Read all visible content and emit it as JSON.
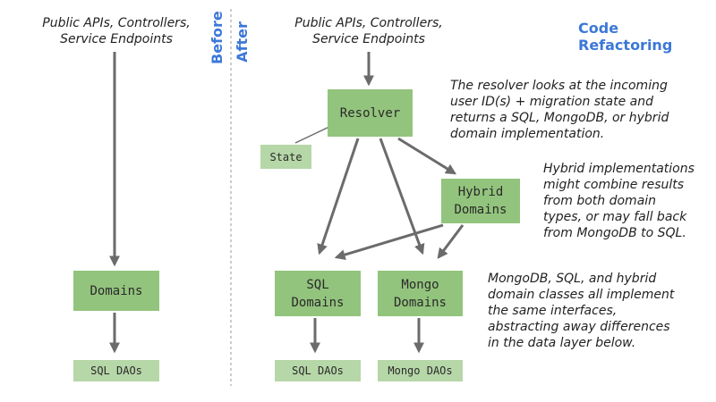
{
  "title": "Code Refactoring",
  "sections": {
    "before": "Before",
    "after": "After"
  },
  "before": {
    "header": "Public APIs, Controllers,\nService Endpoints",
    "domains": "Domains",
    "daos": "SQL DAOs"
  },
  "after": {
    "header": "Public APIs, Controllers,\nService Endpoints",
    "resolver": "Resolver",
    "state": "State",
    "hybrid": "Hybrid\nDomains",
    "sql_domains": "SQL\nDomains",
    "mongo_domains": "Mongo\nDomains",
    "sql_daos": "SQL DAOs",
    "mongo_daos": "Mongo DAOs"
  },
  "notes": {
    "resolver": "The resolver looks at the incoming user ID(s) + migration state and returns a SQL, MongoDB, or hybrid domain implementation.",
    "hybrid": "Hybrid implementations might combine results from both domain types, or may fall back from MongoDB to SQL.",
    "interfaces": "MongoDB, SQL, and hybrid domain classes all implement the same interfaces, abstracting away differences in the data layer below."
  },
  "colors": {
    "box_dark": "#93c47d",
    "box_light": "#b6d7a8",
    "arrow": "#6b6b6b",
    "accent": "#3c78d8"
  }
}
